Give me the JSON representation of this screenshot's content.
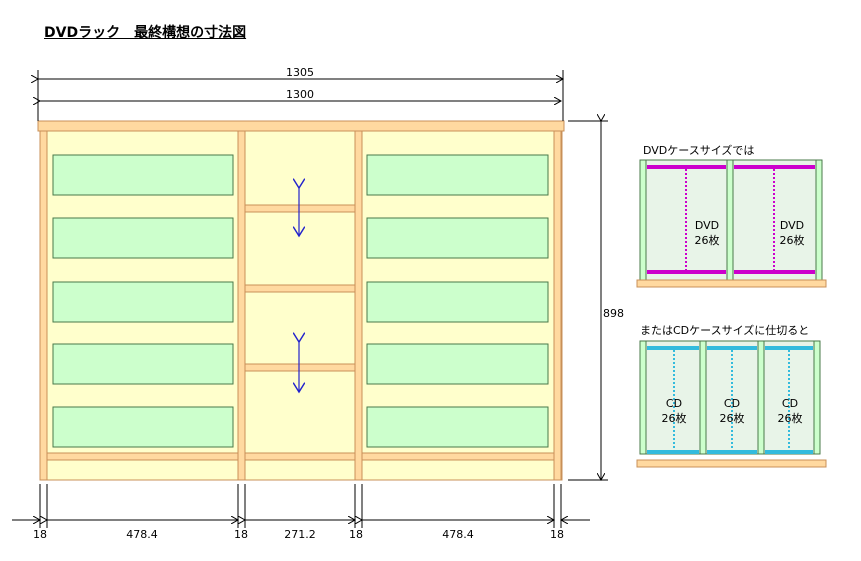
{
  "title": "DVDラック　最終構想の寸法図",
  "dimensions": {
    "total_outer": "1305",
    "total_inner": "1300",
    "height": "898",
    "bottom": [
      "18",
      "478.4",
      "18",
      "271.2",
      "18",
      "478.4",
      "18"
    ]
  },
  "dvd_panel": {
    "caption": "DVDケースサイズでは",
    "label_top": "DVD",
    "label_bottom": "26枚"
  },
  "cd_panel": {
    "caption": "またはCDケースサイズに仕切ると",
    "label_top": "CD",
    "label_bottom": "26枚"
  },
  "colors": {
    "wood": "#ffd9a0",
    "wood_edge": "#c89058",
    "back": "#ffffcc",
    "drawer": "#ccffcc",
    "panel_bg": "#e8f4e8",
    "dvd_accent": "#cc00cc",
    "cd_accent": "#33bbdd",
    "arrow": "#2222cc"
  }
}
